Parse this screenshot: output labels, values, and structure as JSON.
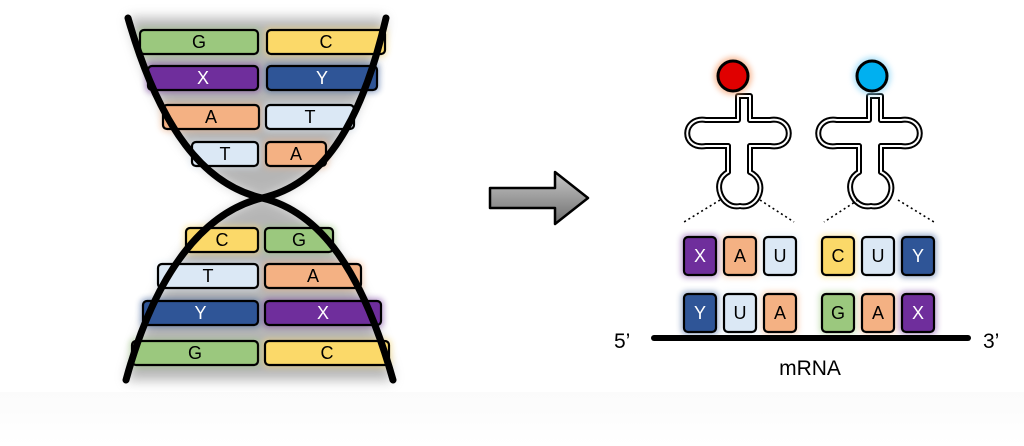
{
  "colors": {
    "G": "#9bc87e",
    "C": "#fbd969",
    "X": "#6f2e9c",
    "Y": "#2f5597",
    "A": "#f4b183",
    "T": "#dbe8f5",
    "U": "#dbe8f5",
    "ink": "#000000",
    "arrow": "#7f7f7f",
    "amino_acid_left": "#e00000",
    "amino_acid_right": "#00b0f0"
  },
  "dna": {
    "upper_pairs": [
      {
        "left": "G",
        "right": "C"
      },
      {
        "left": "X",
        "right": "Y"
      },
      {
        "left": "A",
        "right": "T"
      },
      {
        "left": "T",
        "right": "A"
      }
    ],
    "lower_pairs": [
      {
        "left": "C",
        "right": "G"
      },
      {
        "left": "T",
        "right": "A"
      },
      {
        "left": "Y",
        "right": "X"
      },
      {
        "left": "G",
        "right": "C"
      }
    ]
  },
  "translation": {
    "trna_left": {
      "anticodon": [
        "X",
        "A",
        "U"
      ],
      "amino_acid_icon": "red-ball-icon"
    },
    "trna_right": {
      "anticodon": [
        "C",
        "U",
        "Y"
      ],
      "amino_acid_icon": "blue-ball-icon"
    },
    "mrna_codons": [
      [
        "Y",
        "U",
        "A"
      ],
      [
        "G",
        "A",
        "X"
      ]
    ],
    "label_5prime": "5’",
    "label_3prime": "3’",
    "mrna_label": "mRNA"
  }
}
